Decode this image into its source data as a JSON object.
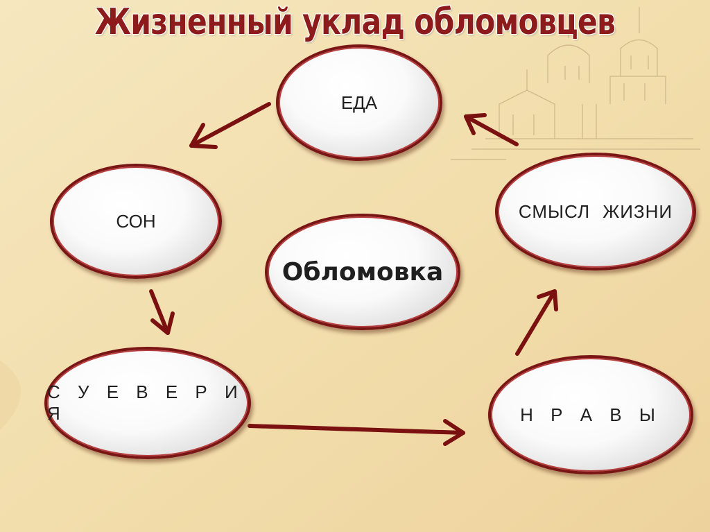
{
  "title": "Жизненный уклад обломовцев",
  "nodes": {
    "food": "ЕДА",
    "sleep": "СОН",
    "center": "Обломовка",
    "meaning": "СМЫСЛ  ЖИЗНИ",
    "superstitions": "С У Е В Е Р И Я",
    "customs": "Н Р А В Ы"
  },
  "colors": {
    "background": "#f2dfae",
    "accent": "#7a1515",
    "arrow": "#7a1010",
    "title": "#8e1b1b"
  }
}
